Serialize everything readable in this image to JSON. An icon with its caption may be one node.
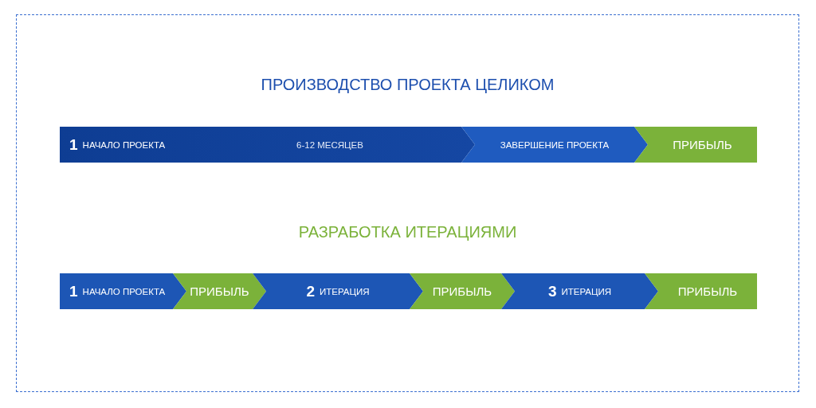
{
  "diagram": {
    "nodes": [
      {
        "text": [],
        "shape": "box"
      },
      {
        "text": [
          "1",
          "НАЧАЛО ПРОЕКТА",
          "6-12 МЕСЯЦЕВ"
        ],
        "in": 0
      },
      {
        "text": [
          "ЗАВЕРШЕНИЕ ПРОЕКТА"
        ],
        "in": 0
      },
      {
        "text": [
          "ПРИБЫЛЬ"
        ],
        "in": 0
      },
      {
        "text": [
          "1",
          "НАЧАЛО ПРОЕКТА"
        ],
        "in": 0
      },
      {
        "text": [
          "ПРИБЫЛЬ"
        ],
        "in": 0
      },
      {
        "text": [
          "2",
          "ИТЕРАЦИЯ"
        ],
        "in": 0
      },
      {
        "text": [
          "ПРИБЫЛЬ"
        ],
        "in": 0
      },
      {
        "text": [
          "3",
          "ИТЕРАЦИЯ"
        ],
        "in": 0
      },
      {
        "text": [
          "ПРИБЫЛЬ"
        ],
        "in": 0
      }
    ],
    "labels": [
      "ПРОИЗВОДСТВО ПРОЕКТА ЦЕЛИКОМ",
      "РАЗРАБОТКА ИТЕРАЦИЯМИ"
    ]
  }
}
